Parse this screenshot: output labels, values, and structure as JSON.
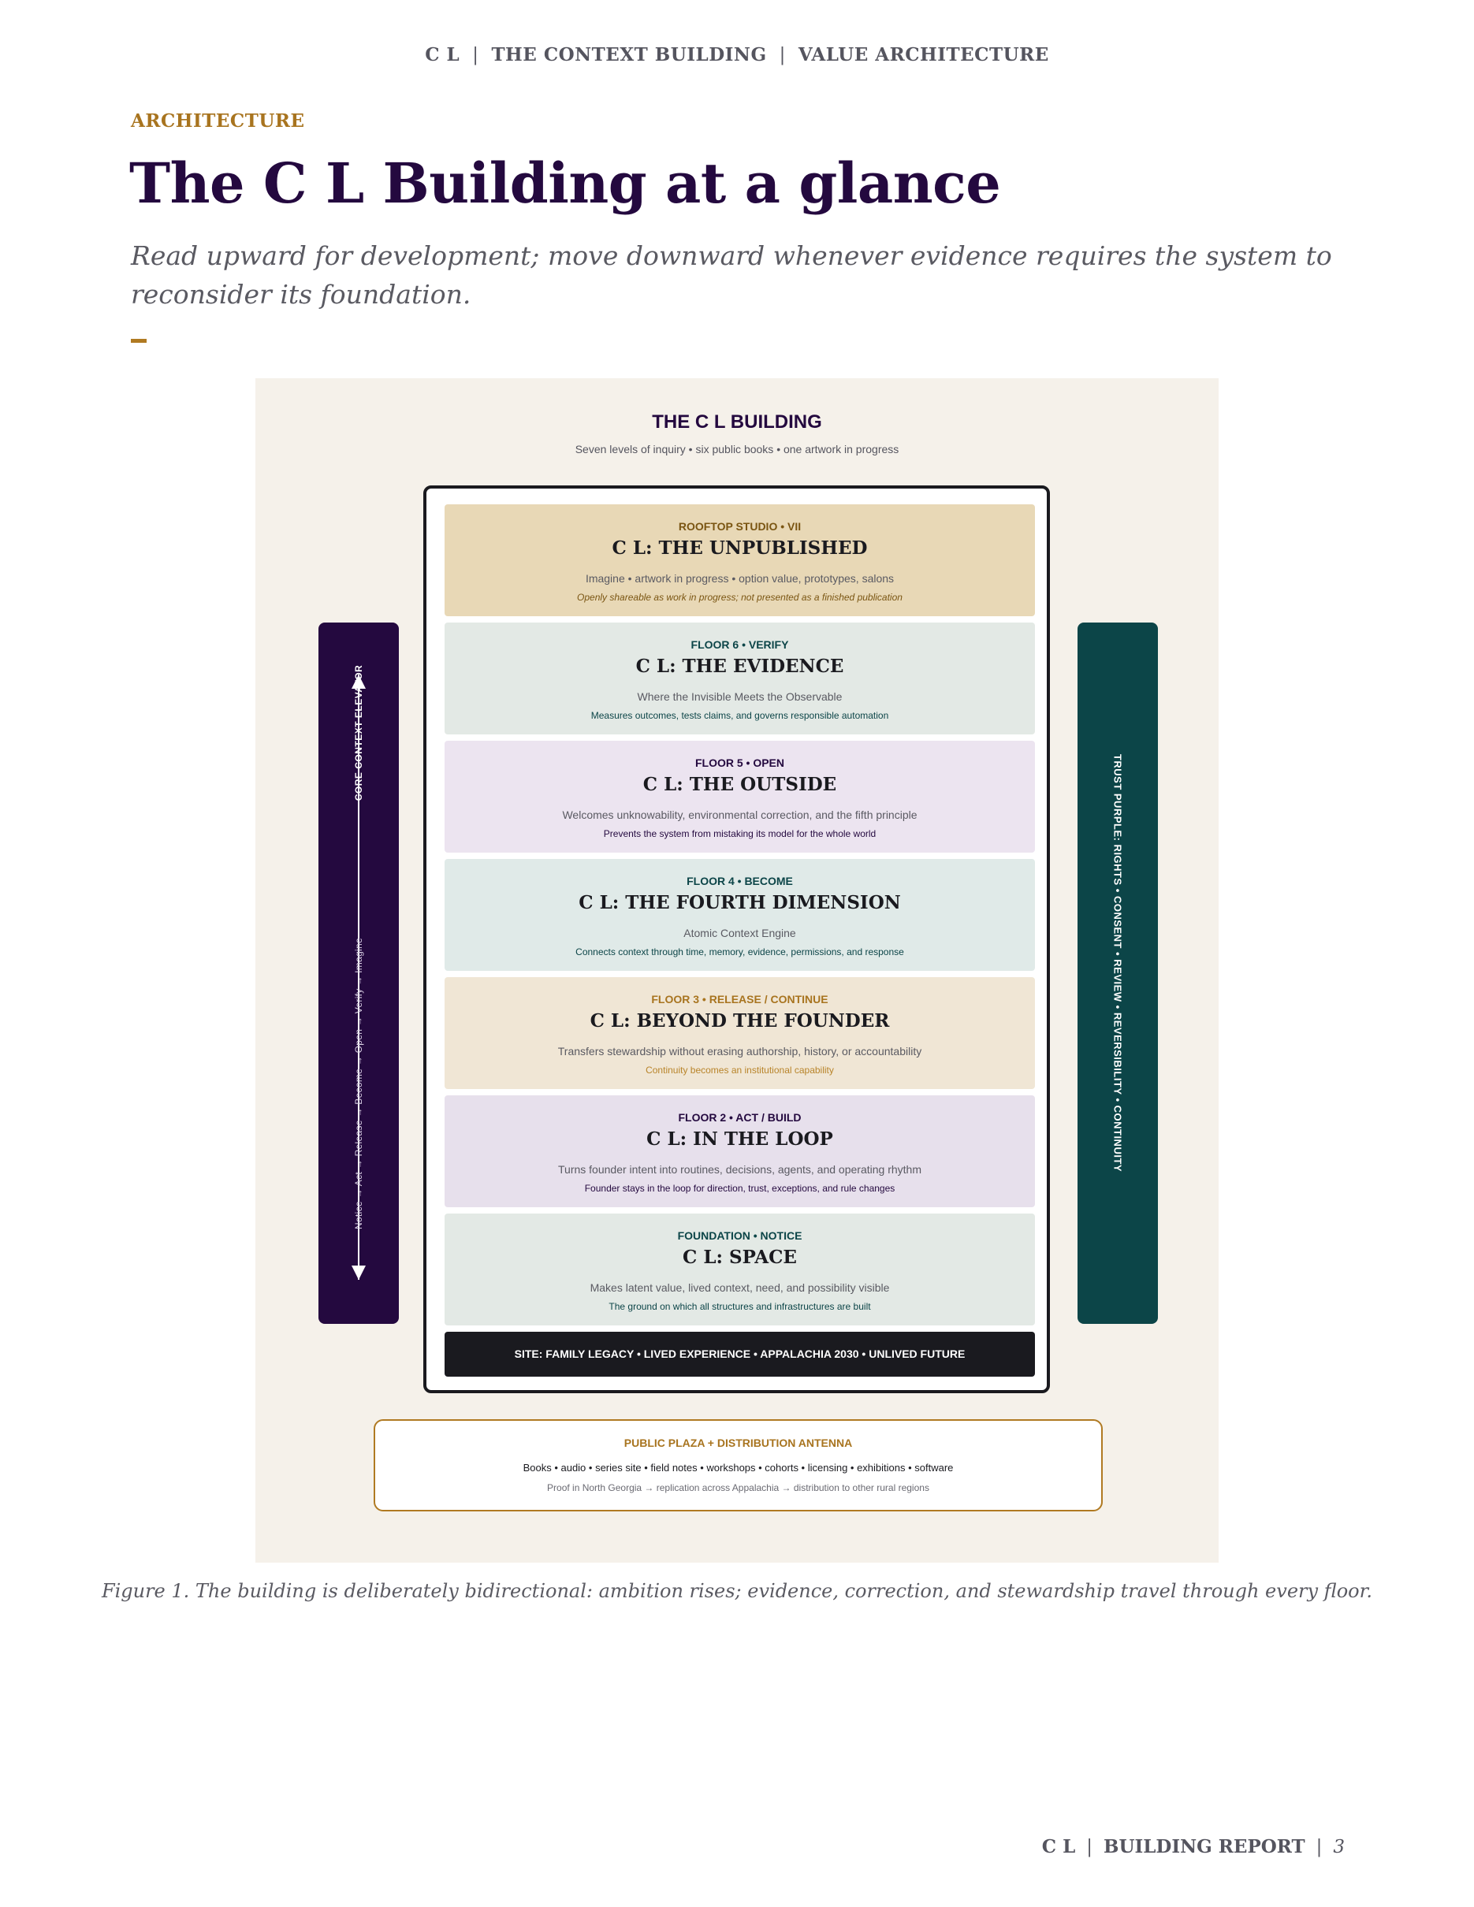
{
  "header": {
    "brand": "C L",
    "section": "THE CONTEXT BUILDING",
    "chapter": "VALUE ARCHITECTURE"
  },
  "kicker": "ARCHITECTURE",
  "title": "The C L Building at a glance",
  "subtitle": "Read upward for development; move downward whenever evidence requires the system to reconsider its foundation.",
  "figure": {
    "title": "THE C L BUILDING",
    "subtitle": "Seven levels of inquiry • six public books • one artwork in progress",
    "left_pillar": {
      "label": "CORE CONTEXT ELEVATOR",
      "steps": "Notice → Act → Release → Become → Open → Verify → Imagine"
    },
    "right_pillar": {
      "label": "TRUST PURPLE: RIGHTS • CONSENT • REVIEW • REVERSIBILITY • CONTINUITY"
    },
    "floors": [
      {
        "label": "ROOFTOP STUDIO • VII",
        "name": "C L: THE UNPUBLISHED",
        "desc": "Imagine • artwork in progress • option value, prototypes, salons",
        "note": "Openly shareable as work in progress; not presented as a finished publication",
        "bg": "#e8d8b6",
        "label_color": "#7a5512",
        "note_color": "#7a5512"
      },
      {
        "label": "FLOOR 6 • VERIFY",
        "name": "C L: THE EVIDENCE",
        "desc": "Where the Invisible Meets the Observable",
        "note": "Measures outcomes, tests claims, and governs responsible automation",
        "bg": "#e3e9e5",
        "label_color": "#0c4548",
        "note_color": "#0c4548"
      },
      {
        "label": "FLOOR 5 • OPEN",
        "name": "C L: THE OUTSIDE",
        "desc": "Welcomes unknowability, environmental correction, and the fifth principle",
        "note": "Prevents the system from mistaking its model for the whole world",
        "bg": "#ece4f0",
        "label_color": "#24093f",
        "note_color": "#24093f"
      },
      {
        "label": "FLOOR 4 • BECOME",
        "name": "C L: THE FOURTH DIMENSION",
        "desc": "Atomic Context Engine",
        "note": "Connects context through time, memory, evidence, permissions, and response",
        "bg": "#e0eae8",
        "label_color": "#0c4548",
        "note_color": "#0c4548"
      },
      {
        "label": "FLOOR 3 • RELEASE / CONTINUE",
        "name": "C L: BEYOND THE FOUNDER",
        "desc": "Transfers stewardship without erasing authorship, history, or accountability",
        "note": "Continuity becomes an institutional capability",
        "bg": "#f0e6d5",
        "label_color": "#a8741f",
        "note_color": "#b8842a"
      },
      {
        "label": "FLOOR 2 • ACT / BUILD",
        "name": "C L: IN THE LOOP",
        "desc": "Turns founder intent into routines, decisions, agents, and operating rhythm",
        "note": "Founder stays in the loop for direction, trust, exceptions, and rule changes",
        "bg": "#e7e0ec",
        "label_color": "#24093f",
        "note_color": "#24093f"
      },
      {
        "label": "FOUNDATION • NOTICE",
        "name": "C L: SPACE",
        "desc": "Makes latent value, lived context, need, and possibility visible",
        "note": "The ground on which all structures and infrastructures are built",
        "bg": "#e3e9e5",
        "label_color": "#0c4548",
        "note_color": "#0c4548"
      }
    ],
    "site": "SITE: FAMILY LEGACY • LIVED EXPERIENCE • APPALACHIA 2030 • UNLIVED FUTURE",
    "plaza": {
      "title": "PUBLIC PLAZA + DISTRIBUTION ANTENNA",
      "items": "Books • audio • series site • field notes • workshops • cohorts • licensing • exhibitions • software",
      "path": "Proof in North Georgia → replication across Appalachia → distribution to other rural regions"
    }
  },
  "caption": "Figure 1. The building is deliberately bidirectional: ambition rises; evidence, correction, and stewardship travel through every floor.",
  "footer": {
    "brand": "C L",
    "label": "BUILDING REPORT",
    "page": "3"
  }
}
